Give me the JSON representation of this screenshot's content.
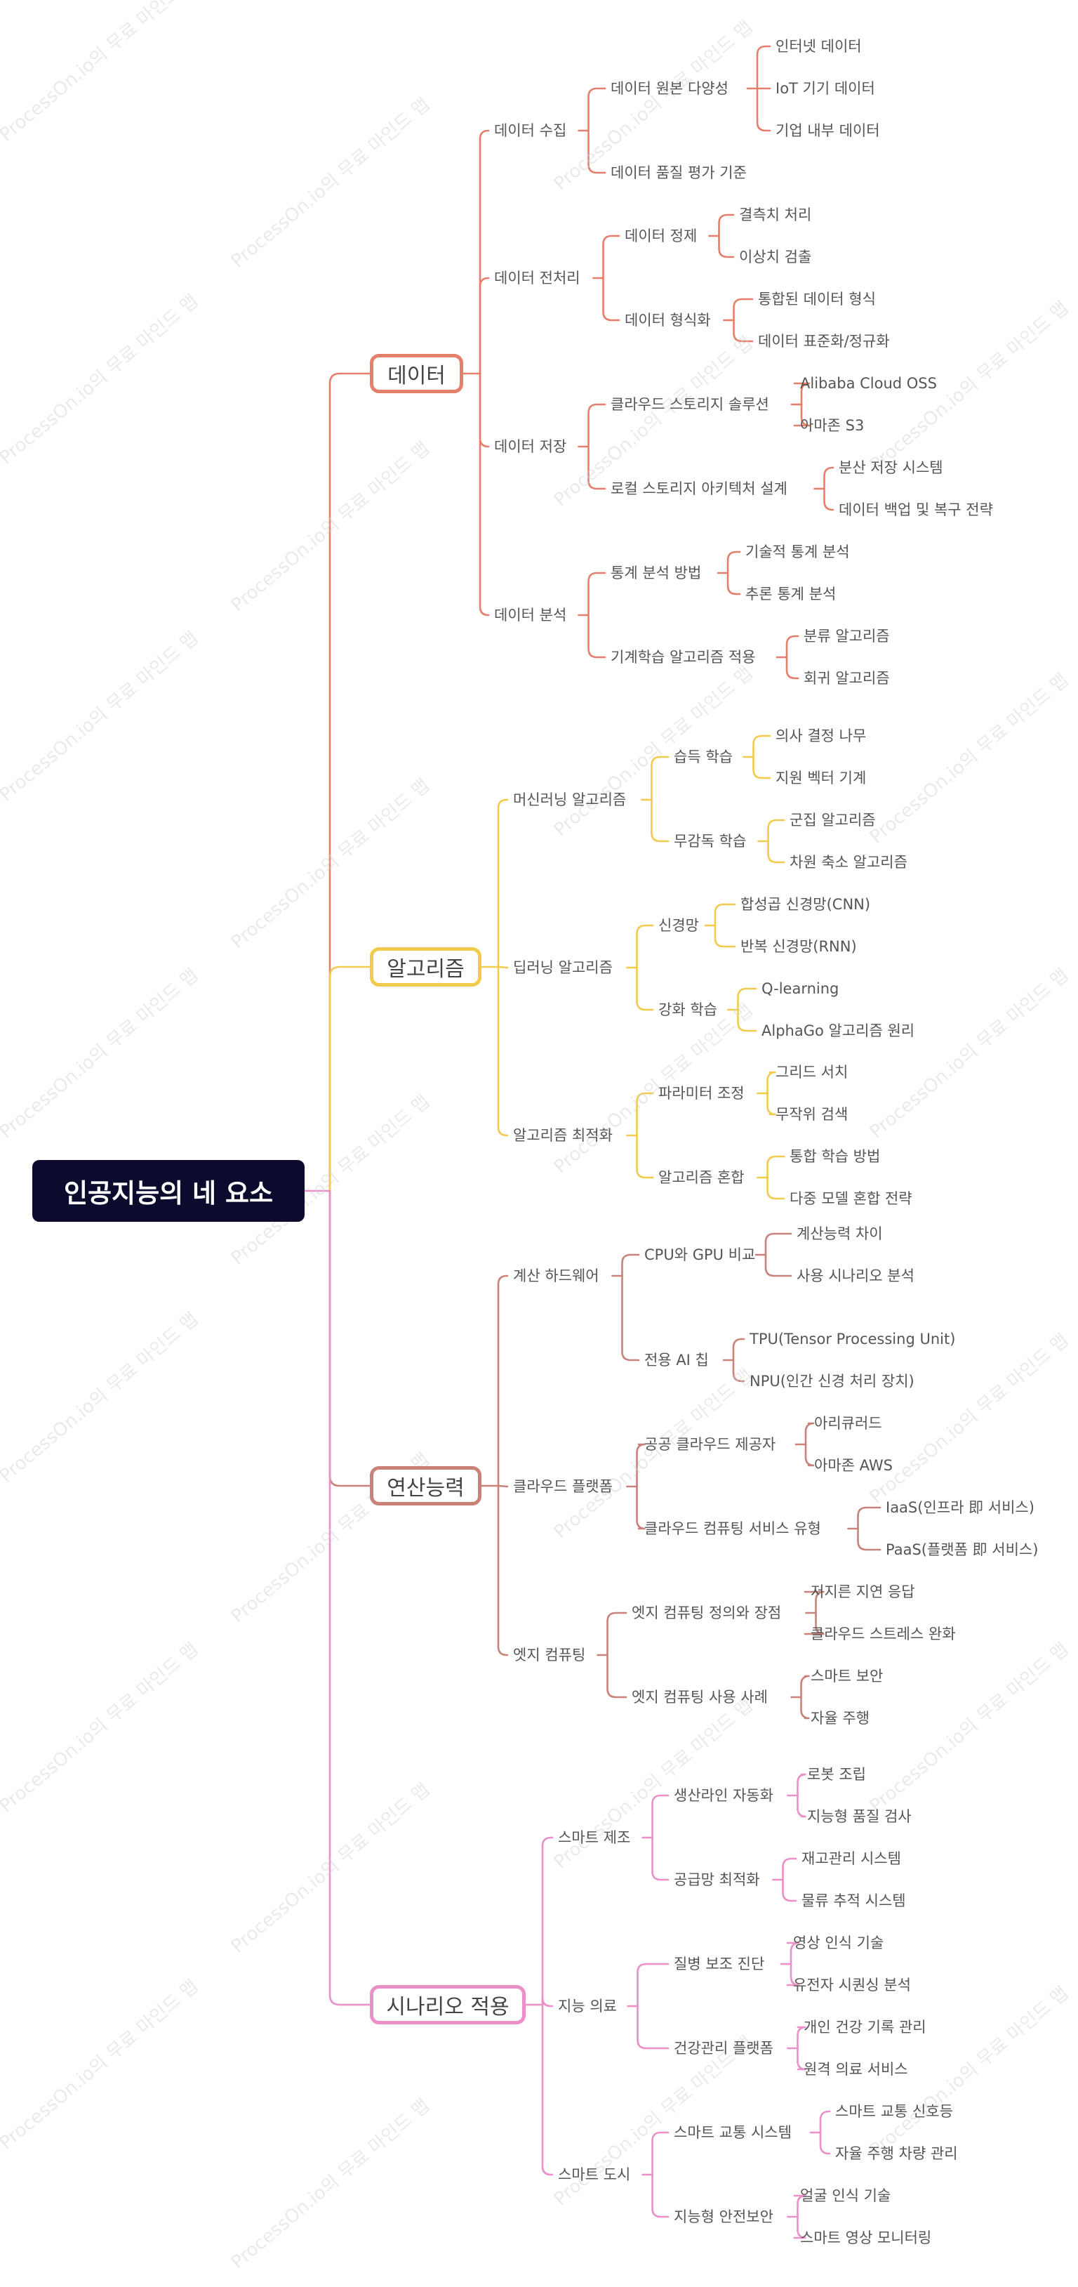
{
  "watermark": "ProcessOn.io의 무료 마인드 맵",
  "colors": {
    "data": "#e57f6c",
    "algorithm": "#f2cb4d",
    "compute": "#c9817a",
    "scenario": "#ea8fc8",
    "root_line": "#ea8fc8",
    "root_bg": "#0b0b2e"
  },
  "root": {
    "label": "인공지능의 네 요소"
  },
  "branches": [
    {
      "key": "data",
      "label": "데이터",
      "children": [
        {
          "label": "데이터 수집",
          "children": [
            {
              "label": "데이터 원본 다양성",
              "children": [
                {
                  "label": "인터넷 데이터"
                },
                {
                  "label": "IoT 기기 데이터"
                },
                {
                  "label": "기업 내부 데이터"
                }
              ]
            },
            {
              "label": "데이터 품질 평가 기준",
              "children": []
            }
          ]
        },
        {
          "label": "데이터 전처리",
          "children": [
            {
              "label": "데이터 정제",
              "children": [
                {
                  "label": "결측치 처리"
                },
                {
                  "label": "이상치 검출"
                }
              ]
            },
            {
              "label": "데이터 형식화",
              "children": [
                {
                  "label": "통합된 데이터 형식"
                },
                {
                  "label": "데이터 표준화/정규화"
                }
              ]
            }
          ]
        },
        {
          "label": "데이터 저장",
          "children": [
            {
              "label": "클라우드 스토리지 솔루션",
              "children": [
                {
                  "label": "Alibaba Cloud OSS"
                },
                {
                  "label": "아마존 S3"
                }
              ]
            },
            {
              "label": "로컬 스토리지 아키텍처 설계",
              "children": [
                {
                  "label": "분산 저장 시스템"
                },
                {
                  "label": "데이터 백업 및 복구 전략"
                }
              ]
            }
          ]
        },
        {
          "label": "데이터 분석",
          "children": [
            {
              "label": "통계 분석 방법",
              "children": [
                {
                  "label": "기술적 통계 분석"
                },
                {
                  "label": "추론 통계 분석"
                }
              ]
            },
            {
              "label": "기계학습 알고리즘 적용",
              "children": [
                {
                  "label": "분류 알고리즘"
                },
                {
                  "label": "회귀 알고리즘"
                }
              ]
            }
          ]
        }
      ]
    },
    {
      "key": "algorithm",
      "label": "알고리즘",
      "children": [
        {
          "label": "머신러닝 알고리즘",
          "children": [
            {
              "label": "습득 학습",
              "children": [
                {
                  "label": "의사 결정 나무"
                },
                {
                  "label": "지원 벡터 기계"
                }
              ]
            },
            {
              "label": "무감독 학습",
              "children": [
                {
                  "label": "군집 알고리즘"
                },
                {
                  "label": "차원 축소 알고리즘"
                }
              ]
            }
          ]
        },
        {
          "label": "딥러닝 알고리즘",
          "children": [
            {
              "label": "신경망",
              "children": [
                {
                  "label": "합성곱 신경망(CNN)"
                },
                {
                  "label": "반복 신경망(RNN)"
                }
              ]
            },
            {
              "label": "강화 학습",
              "children": [
                {
                  "label": "Q-learning"
                },
                {
                  "label": "AlphaGo 알고리즘 원리"
                }
              ]
            }
          ]
        },
        {
          "label": "알고리즘 최적화",
          "children": [
            {
              "label": "파라미터 조정",
              "children": [
                {
                  "label": "그리드 서치"
                },
                {
                  "label": "무작위 검색"
                }
              ]
            },
            {
              "label": "알고리즘 혼합",
              "children": [
                {
                  "label": "통합 학습 방법"
                },
                {
                  "label": "다중 모델 혼합 전략"
                }
              ]
            }
          ]
        }
      ]
    },
    {
      "key": "compute",
      "label": "연산능력",
      "children": [
        {
          "label": "계산 하드웨어",
          "children": [
            {
              "label": "CPU와 GPU 비교",
              "children": [
                {
                  "label": "계산능력 차이"
                },
                {
                  "label": "사용 시나리오 분석"
                }
              ]
            },
            {
              "label": "전용 AI 칩",
              "children": [
                {
                  "label": "TPU(Tensor Processing Unit)"
                },
                {
                  "label": "NPU(인간 신경 처리 장치)"
                }
              ]
            }
          ]
        },
        {
          "label": "클라우드 플랫폼",
          "children": [
            {
              "label": "공공 클라우드 제공자",
              "children": [
                {
                  "label": "아리큐러드"
                },
                {
                  "label": "아마존 AWS"
                }
              ]
            },
            {
              "label": "클라우드 컴퓨팅 서비스 유형",
              "children": [
                {
                  "label": "IaaS(인프라 即 서비스)"
                },
                {
                  "label": "PaaS(플랫폼 即 서비스)"
                }
              ]
            }
          ]
        },
        {
          "label": "엣지 컴퓨팅",
          "children": [
            {
              "label": "엣지 컴퓨팅 정의와 장점",
              "children": [
                {
                  "label": "저지른 지연 응답"
                },
                {
                  "label": "클라우드 스트레스 완화"
                }
              ]
            },
            {
              "label": "엣지 컴퓨팅 사용 사례",
              "children": [
                {
                  "label": "스마트 보안"
                },
                {
                  "label": "자율 주행"
                }
              ]
            }
          ]
        }
      ]
    },
    {
      "key": "scenario",
      "label": "시나리오 적용",
      "children": [
        {
          "label": "스마트 제조",
          "children": [
            {
              "label": "생산라인 자동화",
              "children": [
                {
                  "label": "로봇 조립"
                },
                {
                  "label": "지능형 품질 검사"
                }
              ]
            },
            {
              "label": "공급망 최적화",
              "children": [
                {
                  "label": "재고관리 시스템"
                },
                {
                  "label": "물류 추적 시스템"
                }
              ]
            }
          ]
        },
        {
          "label": "지능 의료",
          "children": [
            {
              "label": "질병 보조 진단",
              "children": [
                {
                  "label": "영상 인식 기술"
                },
                {
                  "label": "유전자 시퀀싱 분석"
                }
              ]
            },
            {
              "label": "건강관리 플랫폼",
              "children": [
                {
                  "label": "개인 건강 기록 관리"
                },
                {
                  "label": "원격 의료 서비스"
                }
              ]
            }
          ]
        },
        {
          "label": "스마트 도시",
          "children": [
            {
              "label": "스마트 교통 시스템",
              "children": [
                {
                  "label": "스마트 교통 신호등"
                },
                {
                  "label": "자율 주행 차량 관리"
                }
              ]
            },
            {
              "label": "지능형 안전보안",
              "children": [
                {
                  "label": "얼굴 인식 기술"
                },
                {
                  "label": "스마트 영상 모니터링"
                }
              ]
            }
          ]
        }
      ]
    }
  ]
}
